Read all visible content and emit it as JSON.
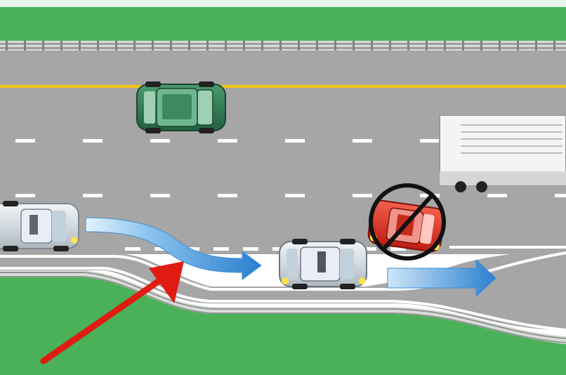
{
  "scene": {
    "colors": {
      "grass": "#4bb158",
      "grass_dark": "#3a9a47",
      "asphalt": "#a3a3a3",
      "asphalt_dark": "#8e8e8e",
      "center_line": "#f2c316",
      "lane_marking": "#ffffff",
      "guardrail": "#c9ccc9",
      "guardrail_post": "#7f8480",
      "flow_arrow": "#3a8fd6",
      "flow_arrow_light": "#bfe0f8",
      "pointer_arrow": "#e01b12",
      "prohibition": "#111111",
      "green_car": "#2f7a54",
      "silver_car": "#d7dde3",
      "red_car": "#e23a2a",
      "truck_body": "#f4f4f4"
    },
    "icons": {
      "pointer": "red-arrow",
      "prohibition": "no-symbol",
      "flow": "blue-flow-arrow"
    }
  }
}
